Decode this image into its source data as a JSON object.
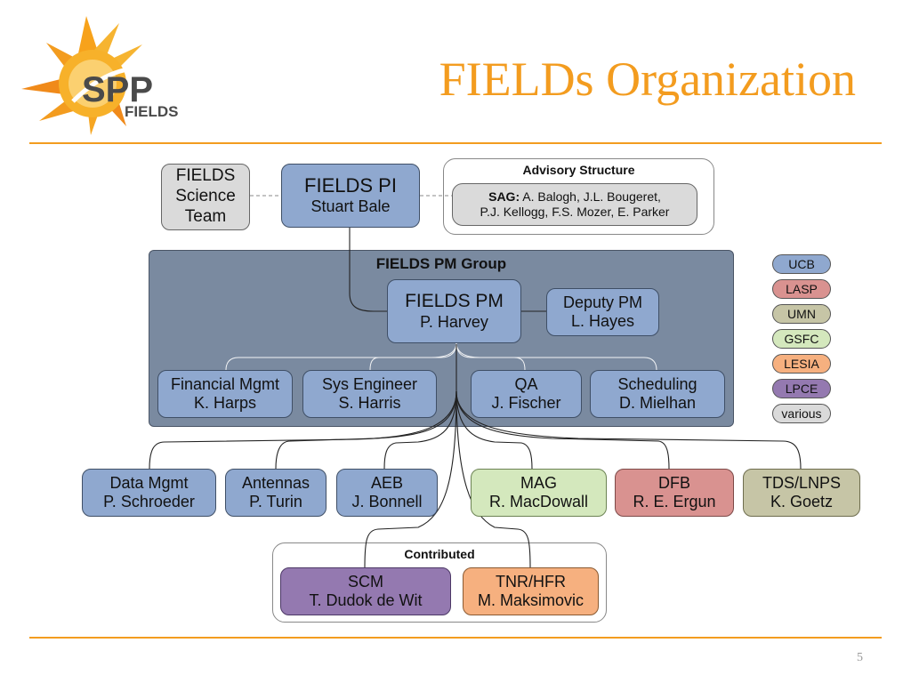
{
  "title": "FIELDs Organization",
  "page_number": "5",
  "logo": {
    "word_top": "SPP",
    "word_bottom": "FIELDS"
  },
  "colors": {
    "accent": "#f39c1f",
    "ucb": "#8fa8cf",
    "lasp": "#d99290",
    "umn": "#c6c5a6",
    "gsfc": "#d4e8bd",
    "lesia": "#f6b07f",
    "lpce": "#9479b0",
    "various": "#dadada"
  },
  "science_team": {
    "line1": "FIELDS",
    "line2": "Science",
    "line3": "Team"
  },
  "pi": {
    "role": "FIELDS PI",
    "name": "Stuart Bale"
  },
  "advisory": {
    "title": "Advisory Structure",
    "sag_label": "SAG:",
    "sag_line1": "A. Balogh, J.L. Bougeret,",
    "sag_line2": "P.J. Kellogg, F.S. Mozer, E. Parker"
  },
  "pm_group": {
    "title": "FIELDS PM Group",
    "pm": {
      "role": "FIELDS PM",
      "name": "P. Harvey"
    },
    "deputy": {
      "role": "Deputy PM",
      "name": "L. Hayes"
    },
    "financial": {
      "role": "Financial Mgmt",
      "name": "K. Harps"
    },
    "sys_eng": {
      "role": "Sys Engineer",
      "name": "S. Harris"
    },
    "qa": {
      "role": "QA",
      "name": "J. Fischer"
    },
    "scheduling": {
      "role": "Scheduling",
      "name": "D. Mielhan"
    }
  },
  "legend": [
    "UCB",
    "LASP",
    "UMN",
    "GSFC",
    "LESIA",
    "LPCE",
    "various"
  ],
  "instruments": {
    "data_mgmt": {
      "role": "Data Mgmt",
      "name": "P. Schroeder"
    },
    "antennas": {
      "role": "Antennas",
      "name": "P. Turin"
    },
    "aeb": {
      "role": "AEB",
      "name": "J. Bonnell"
    },
    "mag": {
      "role": "MAG",
      "name": "R. MacDowall"
    },
    "dfb": {
      "role": "DFB",
      "name": "R. E. Ergun"
    },
    "tds": {
      "role": "TDS/LNPS",
      "name": "K. Goetz"
    }
  },
  "contributed": {
    "title": "Contributed",
    "scm": {
      "role": "SCM",
      "name": "T. Dudok de Wit"
    },
    "tnr": {
      "role": "TNR/HFR",
      "name": "M. Maksimovic"
    }
  }
}
